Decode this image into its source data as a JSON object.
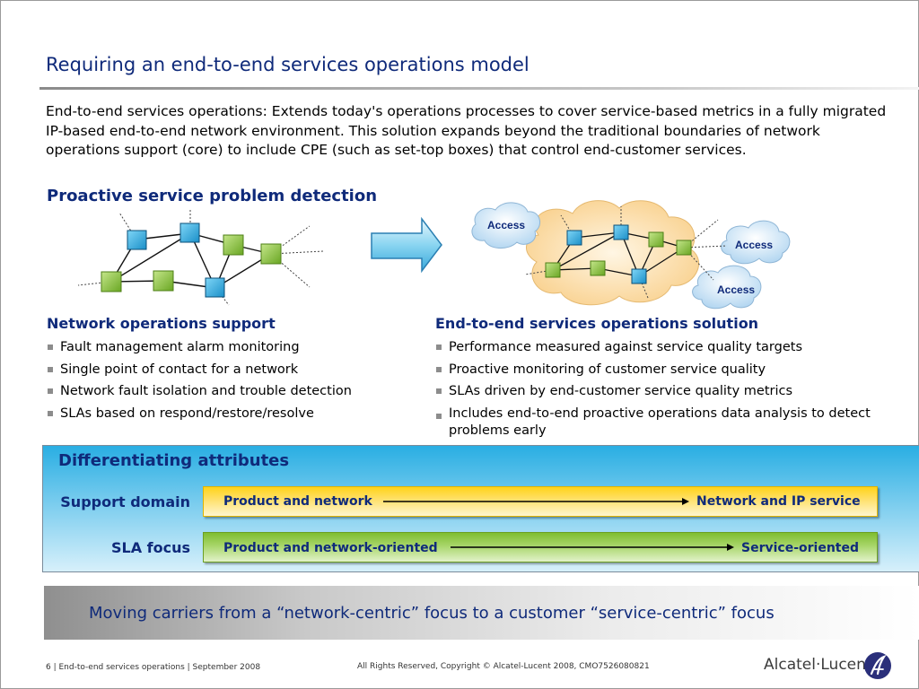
{
  "title": "Requiring an end-to-end services operations model",
  "intro": "End-to-end services operations: Extends today's operations processes to cover service-based metrics in a fully migrated IP-based end-to-end network environment. This solution expands beyond the traditional boundaries of network operations support (core) to include CPE (such as set-top boxes) that control end-customer services.",
  "subhead": "Proactive service problem detection",
  "diagram": {
    "access_labels": [
      "Access",
      "Access",
      "Access"
    ],
    "colors": {
      "node_blue": "#29a9e0",
      "node_green": "#8cc63f",
      "cloud_core": "#fde3b4",
      "cloud_access": "#bcdcf3",
      "arrow": "#5fc4ea"
    }
  },
  "left": {
    "heading": "Network operations support",
    "items": [
      "Fault management alarm monitoring",
      "Single point of contact for a network",
      "Network fault isolation and trouble detection",
      "SLAs  based on respond/restore/resolve"
    ]
  },
  "right": {
    "heading": "End-to-end services operations solution",
    "items": [
      "Performance measured against service quality targets",
      "Proactive monitoring of customer service quality",
      "SLAs driven by end-customer service quality metrics",
      "Includes end-to-end proactive operations data analysis to detect problems early"
    ]
  },
  "differentiating": {
    "title": "Differentiating attributes",
    "rows": [
      {
        "label": "Support domain",
        "from": "Product and network",
        "to": "Network and IP service"
      },
      {
        "label": "SLA focus",
        "from": "Product and network-oriented",
        "to": "Service-oriented"
      }
    ],
    "colors": {
      "support": "#ffd319",
      "sla": "#7fbd2f",
      "panel": "#29aee3"
    }
  },
  "banner": "Moving carriers from a “network-centric” focus to a customer “service-centric” focus",
  "footer": {
    "left": "6 | End-to-end services operations | September 2008",
    "center": "All Rights Reserved, Copyright © Alcatel-Lucent 2008, CMO7526080821",
    "logo_text": "Alcatel·Lucent"
  }
}
